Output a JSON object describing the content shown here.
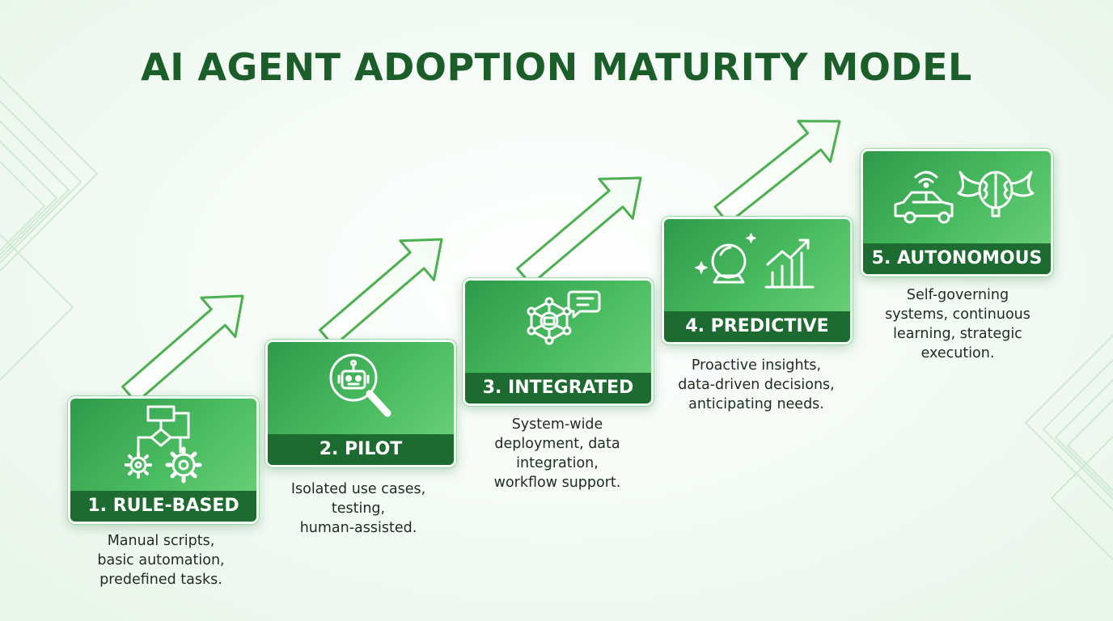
{
  "title": "AI AGENT ADOPTION MATURITY MODEL",
  "stages": [
    {
      "label": "1. RULE-BASED",
      "icon": "flowchart-gears-icon",
      "description": [
        "Manual scripts,",
        "basic automation,",
        "predefined tasks."
      ]
    },
    {
      "label": "2. PILOT",
      "icon": "robot-magnifier-icon",
      "description": [
        "Isolated use cases,",
        "testing,",
        "human-assisted."
      ]
    },
    {
      "label": "3. INTEGRATED",
      "icon": "network-chat-icon",
      "description": [
        "System-wide",
        "deployment, data",
        "integration,",
        "workflow support."
      ]
    },
    {
      "label": "4. PREDICTIVE",
      "icon": "crystal-ball-chart-icon",
      "description": [
        "Proactive insights,",
        "data-driven decisions,",
        "anticipating needs."
      ]
    },
    {
      "label": "5. AUTONOMOUS",
      "icon": "car-winged-brain-icon",
      "description": [
        "Self-governing",
        "systems, continuous",
        "learning, strategic",
        "execution."
      ]
    }
  ],
  "colors": {
    "title": "#1b5e2a",
    "label_band": "#1d6b30",
    "card_light": "#6fd27b",
    "card_dark": "#2e9a4a",
    "arrow_outline": "#4caf50"
  }
}
